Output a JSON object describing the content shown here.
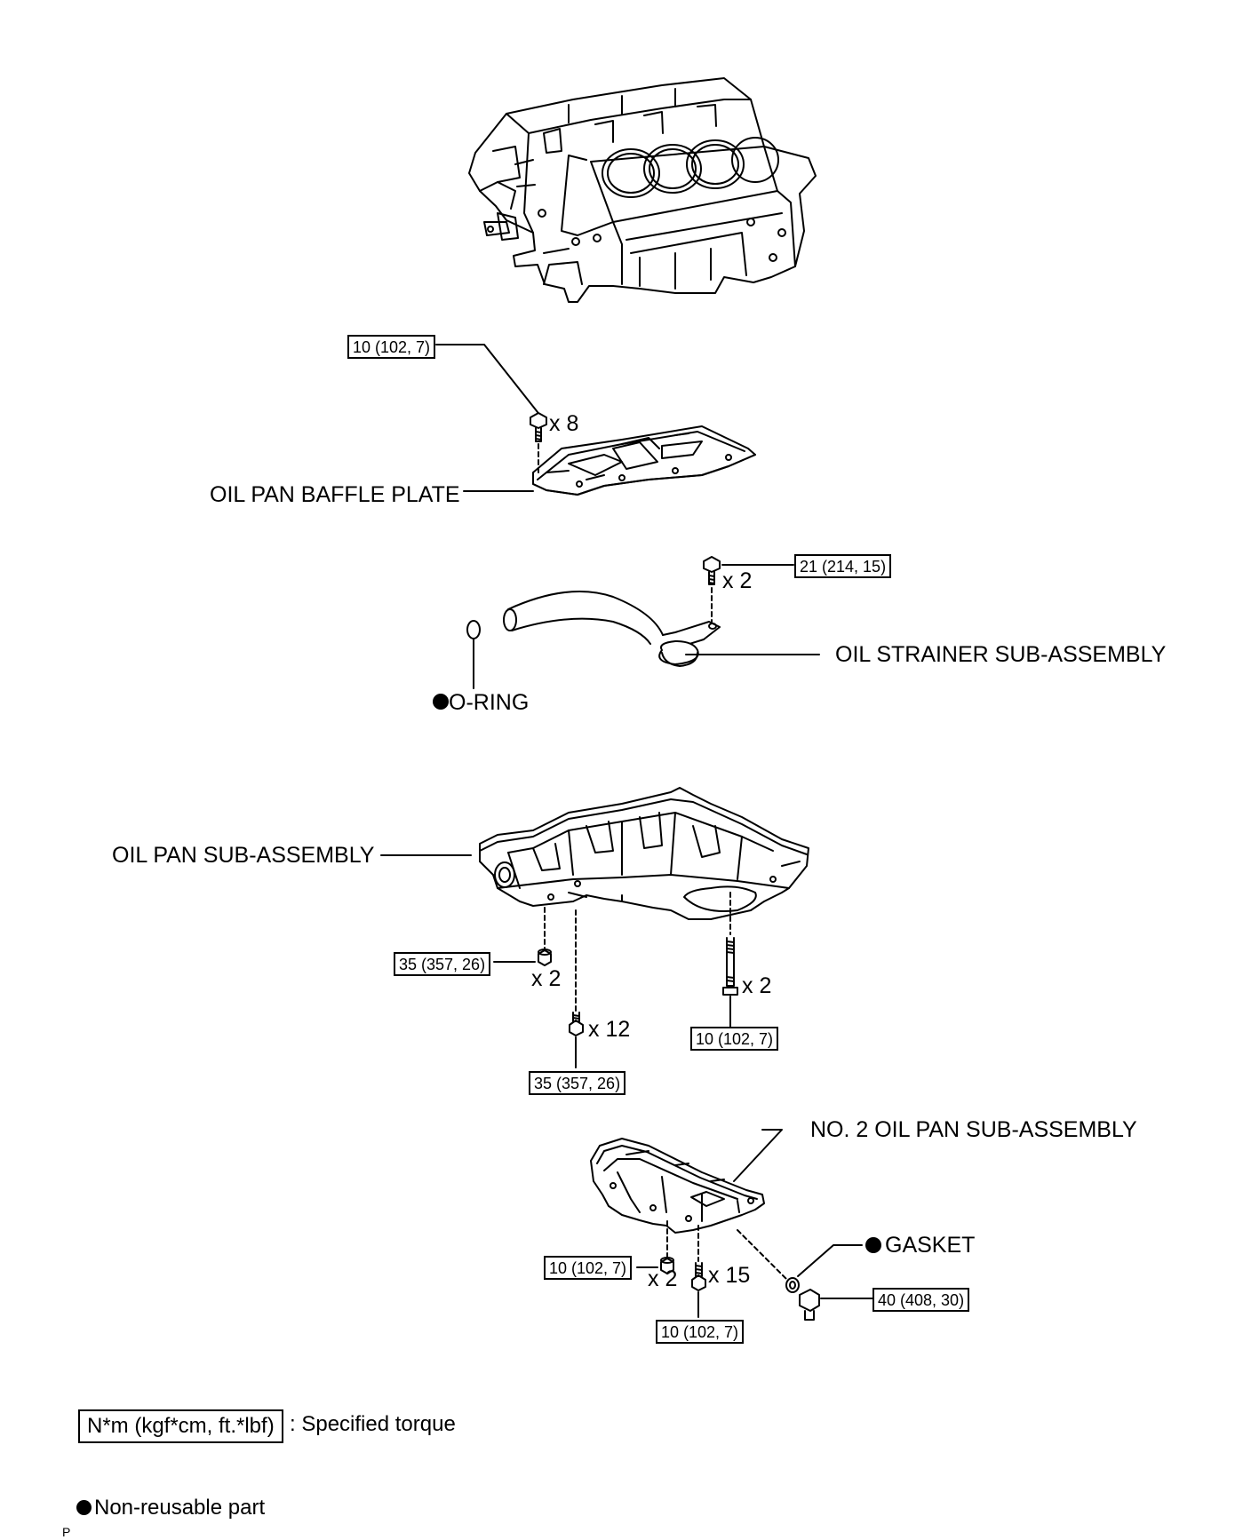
{
  "labels": {
    "baffle": "OIL PAN BAFFLE PLATE",
    "strainer": "OIL STRAINER SUB-ASSEMBLY",
    "oring": "O-RING",
    "pan": "OIL PAN SUB-ASSEMBLY",
    "pan2": "NO. 2 OIL PAN SUB-ASSEMBLY",
    "gasket": "GASKET"
  },
  "torque": {
    "baffle_bolt": "10 (102, 7)",
    "strainer_bolt": "21 (214, 15)",
    "pan_nut": "35 (357, 26)",
    "pan_bolt": "35 (357, 26)",
    "pan_stud": "10 (102, 7)",
    "pan2_nut": "10 (102, 7)",
    "pan2_bolt": "10 (102, 7)",
    "drain_plug": "40 (408, 30)"
  },
  "quantities": {
    "baffle_bolt": "x 8",
    "strainer_bolt": "x 2",
    "pan_nut": "x 2",
    "pan_bolt": "x 12",
    "pan_stud": "x 2",
    "pan2_nut": "x 2",
    "pan2_bolt": "x 15"
  },
  "legend": {
    "torque_unit": "N*m (kgf*cm, ft.*lbf)",
    "torque_desc": ": Specified torque",
    "nonreusable": "Non-reusable part"
  },
  "footer_code": "P"
}
